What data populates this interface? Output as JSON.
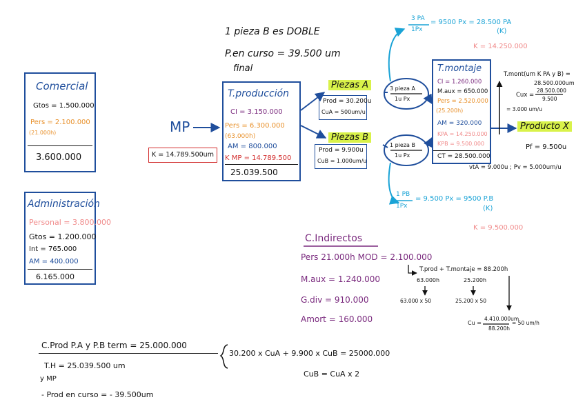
{
  "colors": {
    "blue": "#1f4e9c",
    "red": "#d22c2c",
    "orange": "#e8902a",
    "purple": "#7a2a7e",
    "salmon": "#f08a8a",
    "cyan": "#1aa3d6",
    "highlight": "#d9f24a"
  },
  "header": {
    "line1": "1 pieza B es DOBLE",
    "line2": "P.en curso = 39.500 um",
    "line3": "final"
  },
  "comercial": {
    "title": "Comercial",
    "gtos": "Gtos = 1.500.000",
    "pers": "Pers = 2.100.000",
    "hours": "(21.000h)",
    "total": "3.600.000"
  },
  "administracion": {
    "title": "Administración",
    "personal": "Personal = 3.800.000",
    "gtos": "Gtos = 1.200.000",
    "int": "Int = 765.000",
    "am": "AM = 400.000",
    "total": "6.165.000"
  },
  "mp": {
    "label": "MP",
    "k": "K = 14.789.500um"
  },
  "produccion": {
    "title": "T.producción",
    "ci": "CI = 3.150.000",
    "pers": "Pers = 6.300.000",
    "hours": "(63.000h)",
    "am": "AM = 800.000",
    "kmp": "K MP = 14.789.500",
    "total": "25.039.500"
  },
  "piezas_a": {
    "title": "Piezas A",
    "prod": "Prod = 30.200u",
    "cu": "CuA = 500um/u"
  },
  "piezas_b": {
    "title": "Piezas B",
    "prod": "Prod = 9.900u",
    "cu": "CuB = 1.000um/u"
  },
  "ratio_a": {
    "top": "3 pieza A",
    "bottom": "1u Px"
  },
  "ratio_b": {
    "top": "1 pieza B",
    "bottom": "1u Px"
  },
  "top_calc": {
    "frac_top": "3 PA",
    "frac_bottom": "1Px",
    "eq": "= 9500 Px = 28.500 PA",
    "k": "(K)",
    "kpa": "K = 14.250.000"
  },
  "bottom_calc": {
    "frac_top": "1 PB",
    "frac_bottom": "1Px",
    "eq": "= 9.500 Px = 9500 P.B",
    "k": "(K)",
    "kpb": "K = 9.500.000"
  },
  "montaje": {
    "title": "T.montaje",
    "ci": "CI = 1.260.000",
    "maux": "M.aux = 650.000",
    "pers": "Pers = 2.520.000",
    "hours": "(25.200h)",
    "am": "AM = 320.000",
    "kpa": "KPA = 14.250.000",
    "kpb": "KPB = 9.500.000",
    "ct": "CT = 28.500.000"
  },
  "tmont": {
    "title": "T.mont(um K PA y B) =",
    "val": "28.500.000um",
    "cux_num": "28.500.000",
    "cux_den": "9.500",
    "cux_label": "Cux =",
    "cux_res": "= 3.000 um/u"
  },
  "producto": {
    "label": "Producto X",
    "pf": "Pf = 9.500u",
    "vta": "vtA = 9.000u ; Pv = 5.000um/u"
  },
  "indirectos": {
    "title": "C.Indirectos",
    "pers": "Pers 21.000h MOD = 2.100.000",
    "maux": "M.aux = 1.240.000",
    "gdiv": "G.div = 910.000",
    "amort": "Amort = 160.000",
    "tprod": "T.prod + T.montaje = 88.200h",
    "h1": "63.000h",
    "h2": "25.200h",
    "m1": "63.000 x 50",
    "m2": "25.200 x 50",
    "cu_label": "Cu =",
    "cu_num": "4.410.000um",
    "cu_den": "88.200h",
    "cu_res": "= 50 um/h"
  },
  "cprod": {
    "title": "C.Prod P.A y P.B term = 25.000.000",
    "th": "T.H = 25.039.500 um",
    "mp": "y MP",
    "curso": "- Prod en curso = - 39.500um",
    "eq1": "30.200 x CuA + 9.900 x CuB = 25000.000",
    "eq2": "CuB = CuA x 2"
  }
}
